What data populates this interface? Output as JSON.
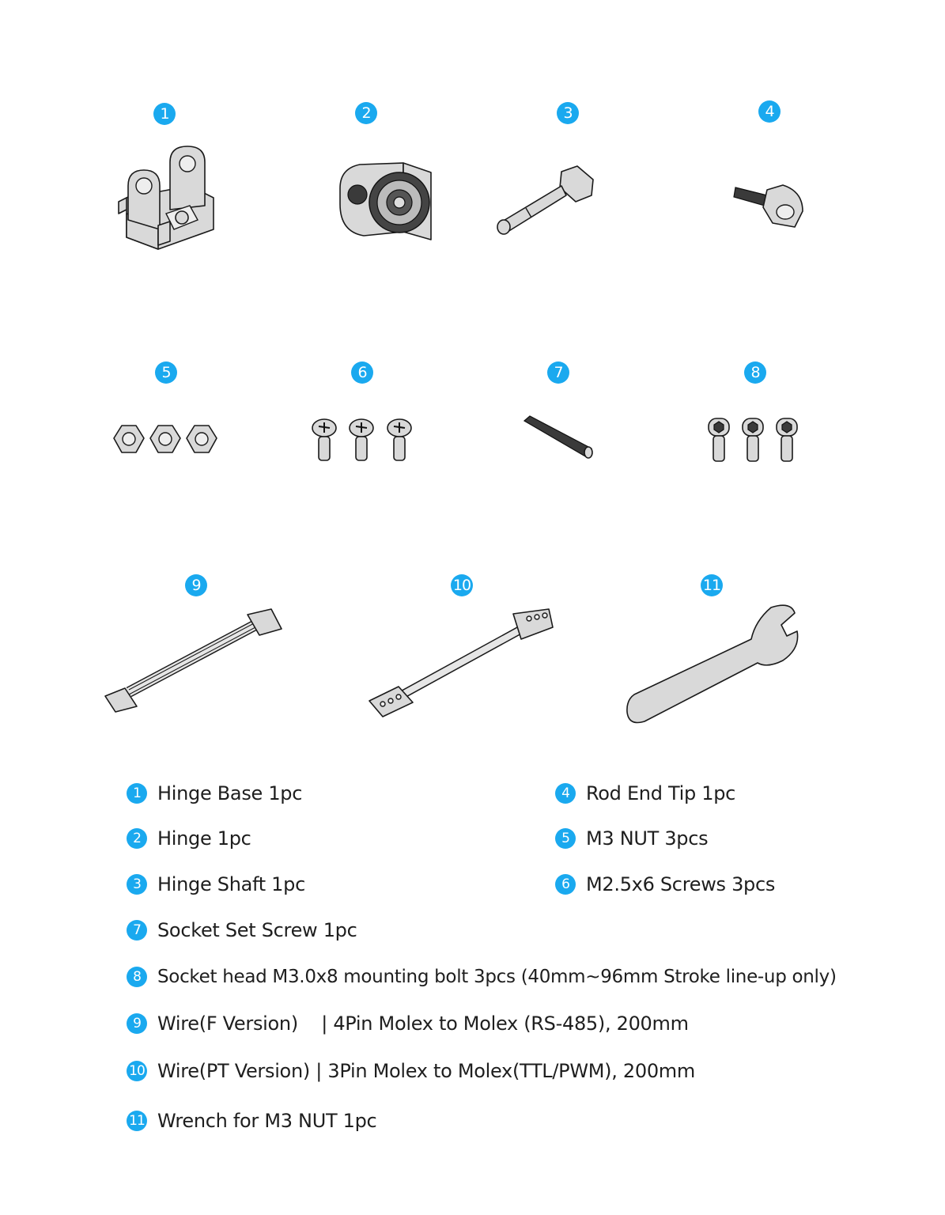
{
  "accent_color": "#1aa9ef",
  "parts": [
    {
      "num": "1",
      "icon": "hinge-base-icon"
    },
    {
      "num": "2",
      "icon": "hinge-icon"
    },
    {
      "num": "3",
      "icon": "hinge-shaft-icon"
    },
    {
      "num": "4",
      "icon": "rod-end-tip-icon"
    },
    {
      "num": "5",
      "icon": "m3-nut-icon"
    },
    {
      "num": "6",
      "icon": "m25-screw-icon"
    },
    {
      "num": "7",
      "icon": "socket-set-screw-icon"
    },
    {
      "num": "8",
      "icon": "socket-head-bolt-icon"
    },
    {
      "num": "9",
      "icon": "wire-4pin-icon"
    },
    {
      "num": "10",
      "icon": "wire-3pin-icon"
    },
    {
      "num": "11",
      "icon": "wrench-icon"
    }
  ],
  "legend": [
    {
      "num": "1",
      "text": "Hinge Base 1pc"
    },
    {
      "num": "2",
      "text": "Hinge 1pc"
    },
    {
      "num": "3",
      "text": "Hinge Shaft 1pc"
    },
    {
      "num": "4",
      "text": "Rod End Tip 1pc"
    },
    {
      "num": "5",
      "text": "M3 NUT 3pcs"
    },
    {
      "num": "6",
      "text": "M2.5x6 Screws 3pcs"
    },
    {
      "num": "7",
      "text": "Socket Set Screw 1pc"
    },
    {
      "num": "8",
      "text": "Socket head M3.0x8 mounting bolt 3pcs (40mm~96mm Stroke line-up only)"
    },
    {
      "num": "9",
      "text": "Wire(F Version)    | 4Pin Molex to Molex (RS-485), 200mm"
    },
    {
      "num": "10",
      "text": "Wire(PT Version) | 3Pin Molex to Molex(TTL/PWM), 200mm"
    },
    {
      "num": "11",
      "text": "Wrench for M3 NUT 1pc"
    }
  ]
}
